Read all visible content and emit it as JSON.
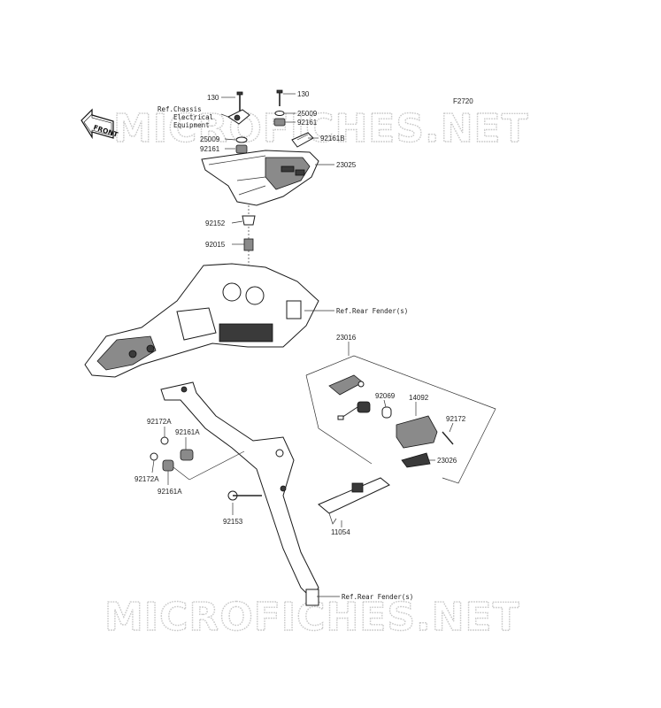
{
  "diagram_id": "F2720",
  "watermark": "MICROFICHES.NET",
  "front_arrow_label": "FRONT",
  "parts": [
    {
      "key": "p130a",
      "label": "130"
    },
    {
      "key": "p130b",
      "label": "130"
    },
    {
      "key": "p25009a",
      "label": "25009"
    },
    {
      "key": "p25009b",
      "label": "25009"
    },
    {
      "key": "p92161a",
      "label": "92161"
    },
    {
      "key": "p92161b",
      "label": "92161"
    },
    {
      "key": "p92161B",
      "label": "92161B"
    },
    {
      "key": "p23025",
      "label": "23025"
    },
    {
      "key": "p92152",
      "label": "92152"
    },
    {
      "key": "p92015",
      "label": "92015"
    },
    {
      "key": "p23016",
      "label": "23016"
    },
    {
      "key": "p92069",
      "label": "92069"
    },
    {
      "key": "p14092",
      "label": "14092"
    },
    {
      "key": "p92172",
      "label": "92172"
    },
    {
      "key": "p23026",
      "label": "23026"
    },
    {
      "key": "p92172Aa",
      "label": "92172A"
    },
    {
      "key": "p92172Ab",
      "label": "92172A"
    },
    {
      "key": "p92161Aa",
      "label": "92161A"
    },
    {
      "key": "p92161Ab",
      "label": "92161A"
    },
    {
      "key": "p92153",
      "label": "92153"
    },
    {
      "key": "p11054",
      "label": "11054"
    }
  ],
  "references": {
    "chassis_line1": "Ref.Chassis",
    "chassis_line2": "Electrical",
    "chassis_line3": "Equipment",
    "rear_fender_upper": "Ref.Rear Fender(s)",
    "rear_fender_lower": "Ref.Rear Fender(s)"
  }
}
